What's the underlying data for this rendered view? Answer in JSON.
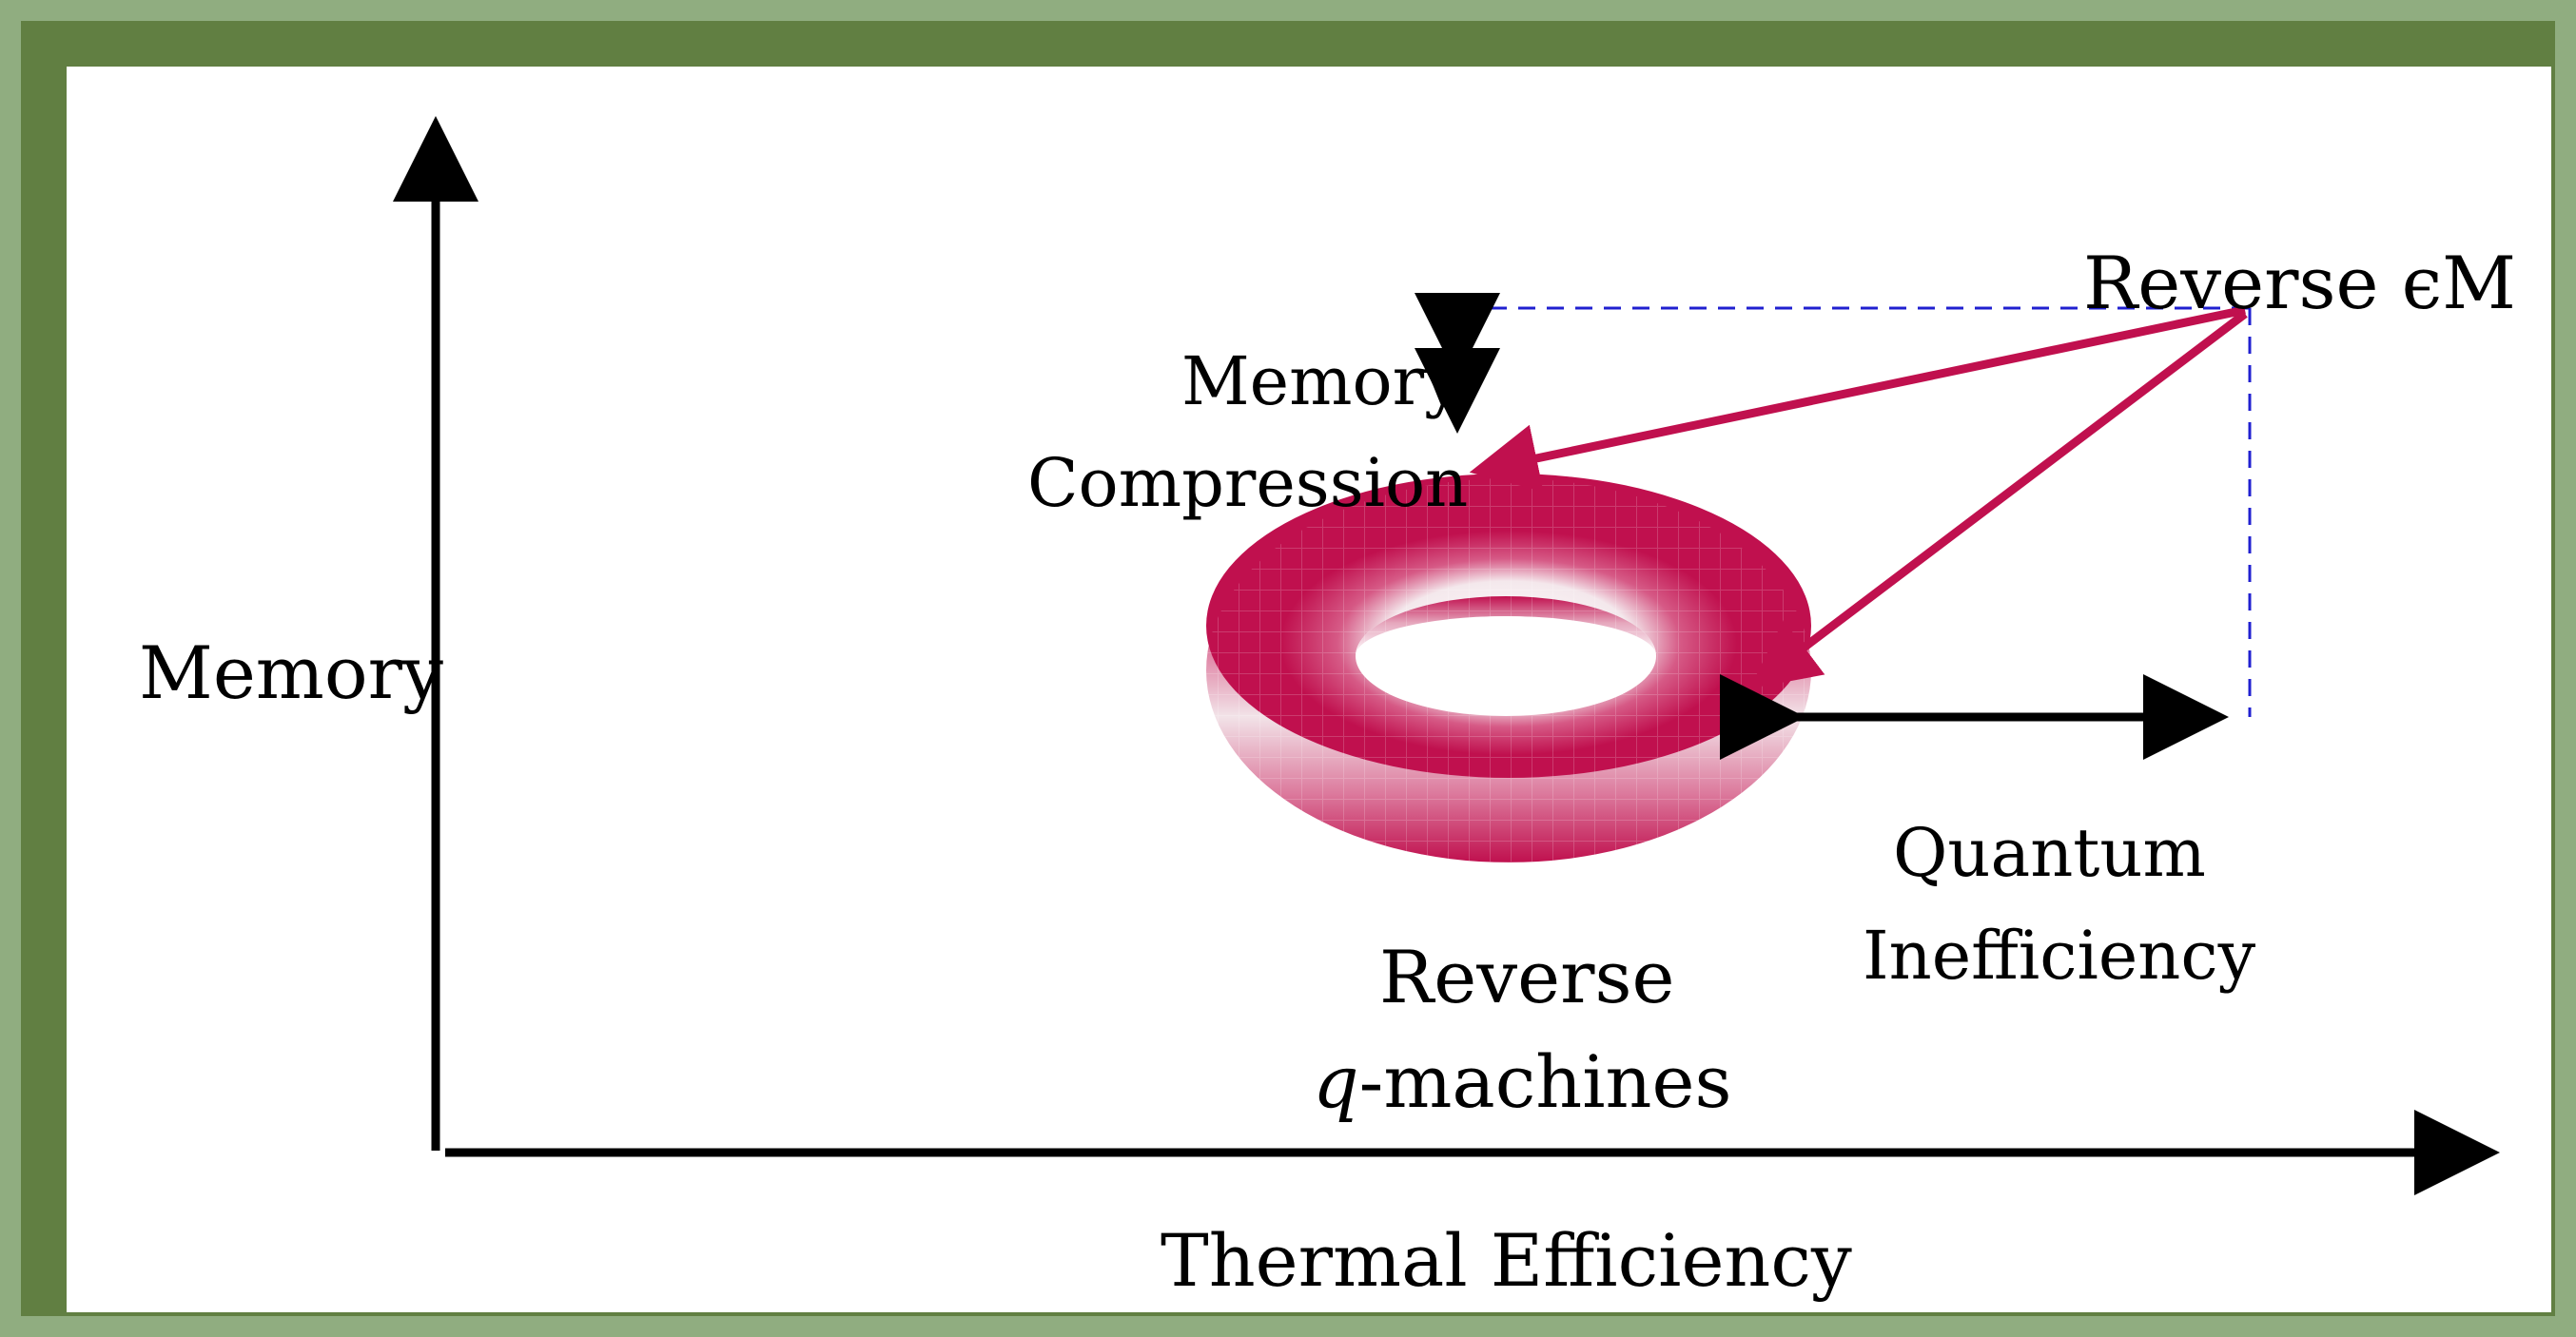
{
  "axes": {
    "x_label": "Thermal Efficiency",
    "y_label": "Memory"
  },
  "points": {
    "classical_label": "Reverse ϵM",
    "quantum_label_line1": "Reverse",
    "quantum_label_var": "q",
    "quantum_label_suffix": "-machines"
  },
  "annotations": {
    "memory_compression_line1": "Memory",
    "memory_compression_line2": "Compression",
    "quantum_inefficiency_line1": "Quantum",
    "quantum_inefficiency_line2": "Inefficiency"
  },
  "colors": {
    "border_outer": "#90ad80",
    "border_inner": "#617f42",
    "arrow_accent": "#c0104e",
    "torus_main": "#c0104e",
    "torus_light": "#f2e6ea",
    "guide_dashes": "#2020d0",
    "axis": "#000000"
  },
  "icons": {
    "torus": "torus-shape",
    "arrows": "arrowheads"
  }
}
